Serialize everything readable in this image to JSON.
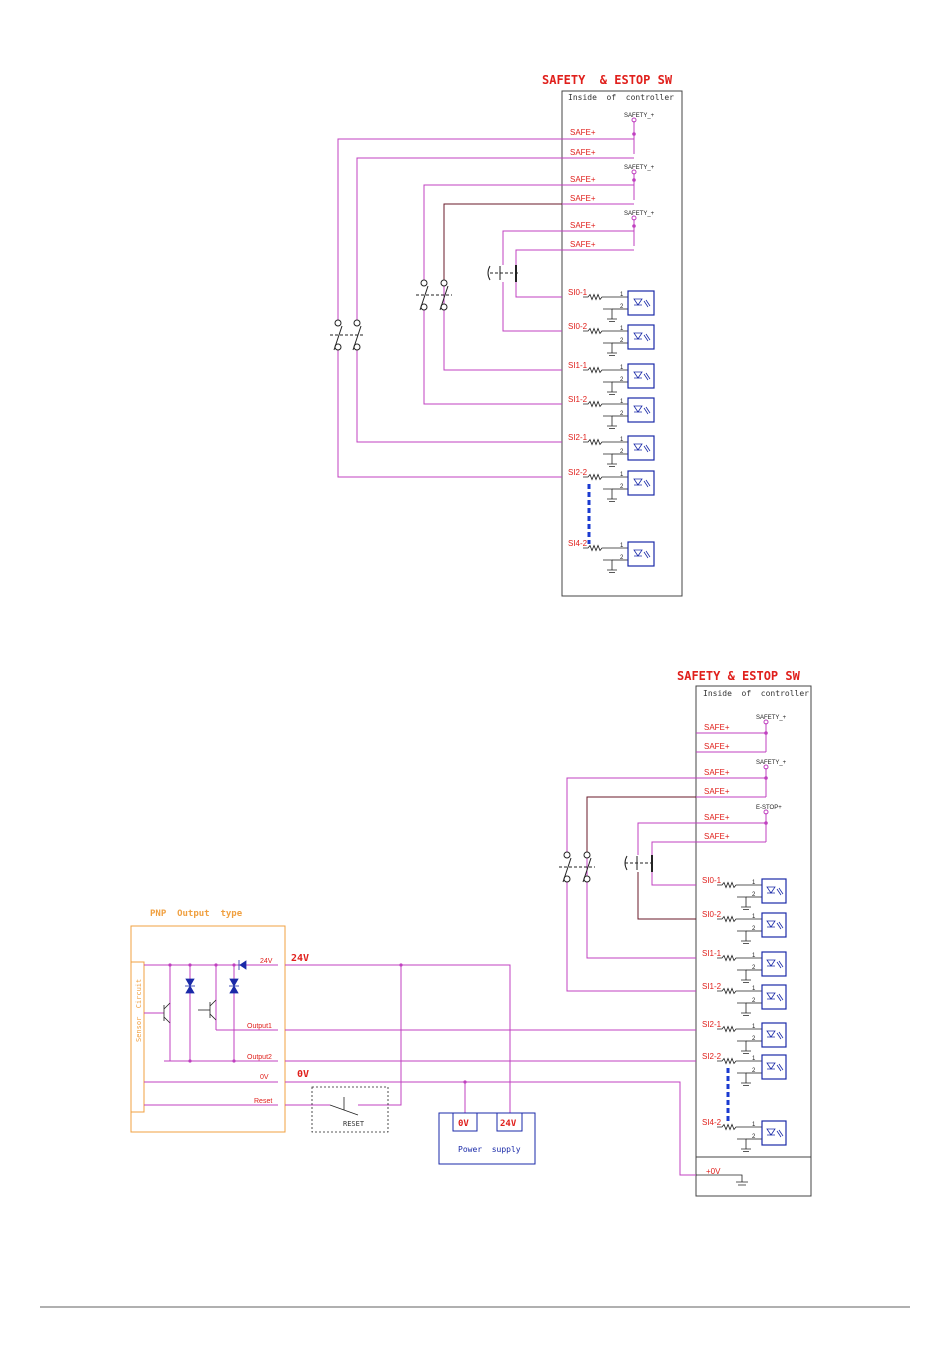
{
  "diagram1": {
    "title": "SAFETY  & ESTOP SW",
    "box_label": "Inside  of  controller",
    "supply_labels": [
      "SAFETY_+",
      "SAFETY_+",
      "SAFETY_+"
    ],
    "safe_labels": [
      "SAFE+",
      "SAFE+",
      "SAFE+",
      "SAFE+",
      "SAFE+",
      "SAFE+"
    ],
    "input_labels": [
      "SI0-1",
      "SI0-2",
      "SI1-1",
      "SI1-2",
      "SI2-1",
      "SI2-2",
      "SI4-2"
    ]
  },
  "diagram2": {
    "title": "SAFETY & ESTOP SW",
    "box_label": "Inside  of  controller",
    "supply_labels": [
      "SAFETY_+",
      "SAFETY_+",
      "E-STOP+"
    ],
    "safe_labels": [
      "SAFE+",
      "SAFE+",
      "SAFE+",
      "SAFE+",
      "SAFE+",
      "SAFE+"
    ],
    "input_labels": [
      "SI0-1",
      "SI0-2",
      "SI1-1",
      "SI1-2",
      "SI2-1",
      "SI2-2",
      "SI4-2"
    ],
    "zero_v_label": "+0V",
    "sensor": {
      "title": "PNP  Output  type",
      "circuit_label": "Sensor  Circuit",
      "pin_24v": "24V",
      "pin_output1": "Output1",
      "pin_output2": "Output2",
      "pin_0v": "0V",
      "pin_reset": "Reset"
    },
    "wire_24v": "24V",
    "wire_0v": "0V",
    "reset_switch": "RESET",
    "power_supply": {
      "label": "Power  supply",
      "term_0v": "0V",
      "term_24v": "24V"
    }
  },
  "pin_numbers": [
    "1",
    "2"
  ],
  "colors": {
    "title_red": "#e0201c",
    "wire_magenta": "#c040c0",
    "wire_dark": "#6a1a2a",
    "sensor_orange": "#f0a040",
    "blue": "#1a2aa8",
    "dash_blue": "#1a3ad0"
  }
}
